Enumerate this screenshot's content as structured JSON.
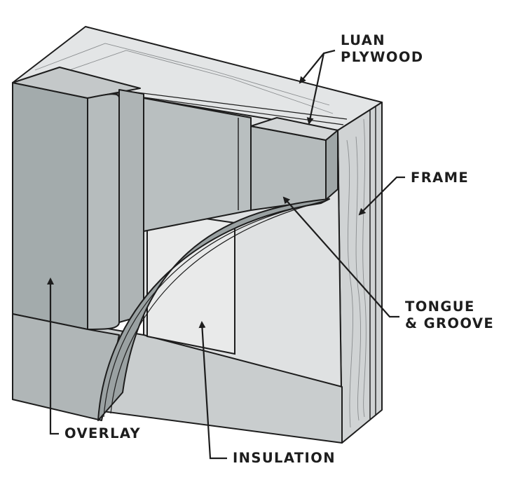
{
  "colors": {
    "overlay_face": "#a3abac",
    "overlay_top": "#c4c8c9",
    "panel_face": "#b9bfc0",
    "frame_face": "#dfe1e2",
    "insulation": "#e9eaea",
    "plywood": "#d8dadb",
    "outline": "#1d1d1d"
  },
  "labels": {
    "luan_line1": "LUAN",
    "luan_line2": "PLYWOOD",
    "frame": "FRAME",
    "tongue_line1": "TONGUE",
    "tongue_line2": "& GROOVE",
    "overlay": "OVERLAY",
    "insulation": "INSULATION"
  }
}
